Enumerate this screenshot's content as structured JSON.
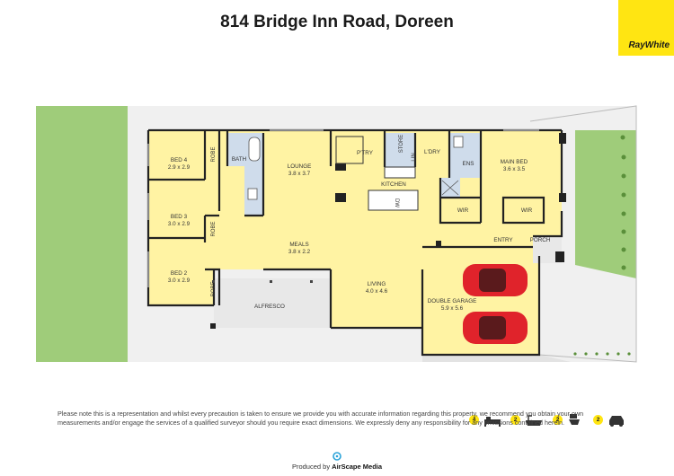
{
  "header": {
    "title": "814 Bridge Inn Road, Doreen",
    "brand": "RayWhite"
  },
  "rooms": {
    "bed4": {
      "name": "BED 4",
      "size": "2.9 x 2.9"
    },
    "bed3": {
      "name": "BED 3",
      "size": "3.0 x 2.9"
    },
    "bed2": {
      "name": "BED 2",
      "size": "3.0 x 2.9"
    },
    "robe": "ROBE",
    "bath": "BATH",
    "lounge": {
      "name": "LOUNGE",
      "size": "3.8 x 3.7"
    },
    "pantry": "P'TRY",
    "store": "STORE",
    "lin": "LIN",
    "laundry": "L'DRY",
    "ens": "ENS",
    "main_bed": {
      "name": "MAIN BED",
      "size": "3.6 x 3.5"
    },
    "kitchen": "KITCHEN",
    "dw": "DW",
    "wir": "WIR",
    "meals": {
      "name": "MEALS",
      "size": "3.8 x 2.2"
    },
    "entry": "ENTRY",
    "porch": "PORCH",
    "living": {
      "name": "LIVING",
      "size": "4.0 x 4.6"
    },
    "alfresco": "ALFRESCO",
    "garage": {
      "name": "DOUBLE GARAGE",
      "size": "5.9 x 5.6"
    }
  },
  "features": [
    {
      "count": "4",
      "icon": "bed-icon"
    },
    {
      "count": "2",
      "icon": "bathtub-icon"
    },
    {
      "count": "2",
      "icon": "toilet-icon"
    },
    {
      "count": "2",
      "icon": "car-icon"
    }
  ],
  "disclaimer": "Please note this is a representation and whilst every precaution is taken to ensure we provide you with accurate information regarding this property, we recommend you obtain your own measurements and/or engage the services of a qualified surveyor should you require exact dimensions. We expressly deny any responsibility for any omissions contained herein.",
  "footer": {
    "produced_by": "Produced by",
    "company": "AirScape Media"
  },
  "colors": {
    "room_fill": "#fff3a3",
    "wet_fill": "#cfdceb",
    "lawn": "#9fcc7a",
    "wall": "#222222",
    "brand": "#ffe512",
    "car": "#e0232b"
  }
}
